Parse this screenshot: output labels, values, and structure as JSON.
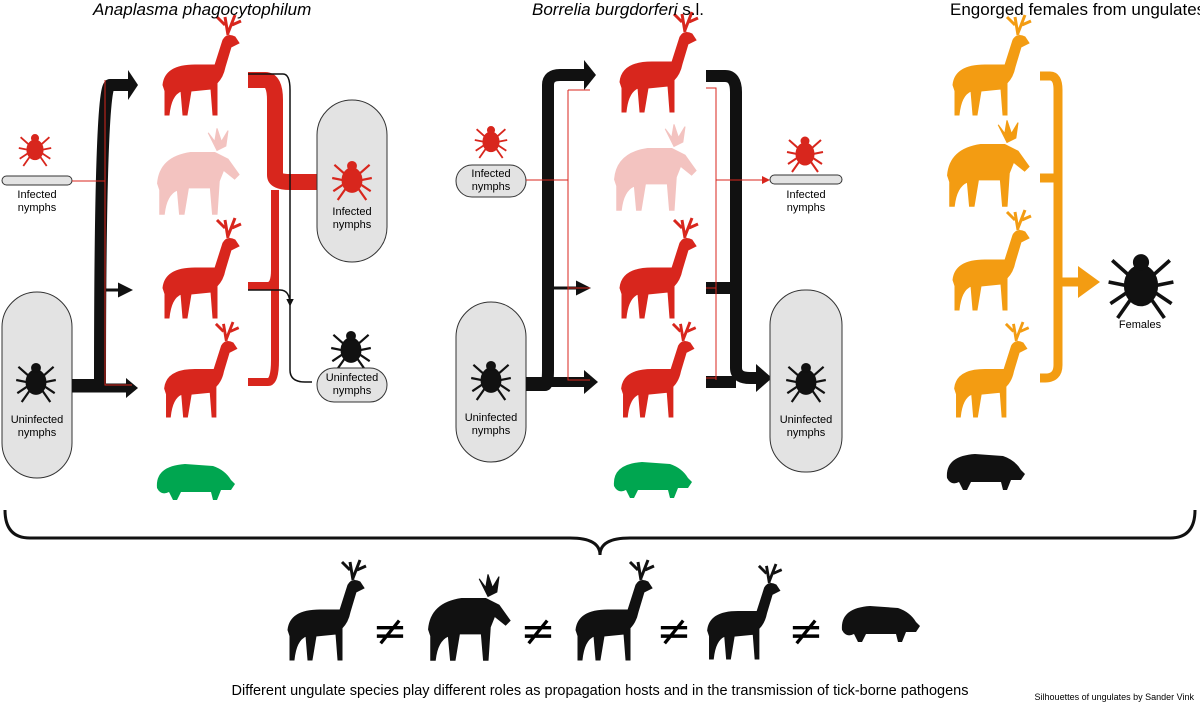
{
  "panels": {
    "anaplasma": {
      "title": "Anaplasma phagocytophilum",
      "infected_nymphs": "Infected\nnymphs",
      "uninfected_nymphs": "Uninfected\nnymphs",
      "out_infected": "Infected\nnymphs",
      "out_uninfected": "Uninfected\nnymphs"
    },
    "borrelia": {
      "title_italic": "Borrelia burgdorferi",
      "title_suffix": " s.l.",
      "infected_nymphs": "Infected\nnymphs",
      "uninfected_nymphs": "Uninfected\nnymphs",
      "out_infected": "Infected\nnymphs",
      "out_uninfected": "Uninfected\nnymphs"
    },
    "engorged": {
      "title": "Engorged females from ungulates",
      "females": "Females"
    }
  },
  "hosts": [
    "fallow deer",
    "moose",
    "red deer",
    "roe deer",
    "wild boar"
  ],
  "not_equal": "≠",
  "caption": "Different ungulate species play different roles as propagation hosts and in the transmission of tick-borne pathogens",
  "credit": "Silhouettes of ungulates by Sander Vink",
  "colors": {
    "red": "#d8261d",
    "pale_red": "#f3c3c0",
    "green": "#00a650",
    "orange": "#f39c12",
    "black": "#111111",
    "box_fill": "#e3e3e3"
  }
}
